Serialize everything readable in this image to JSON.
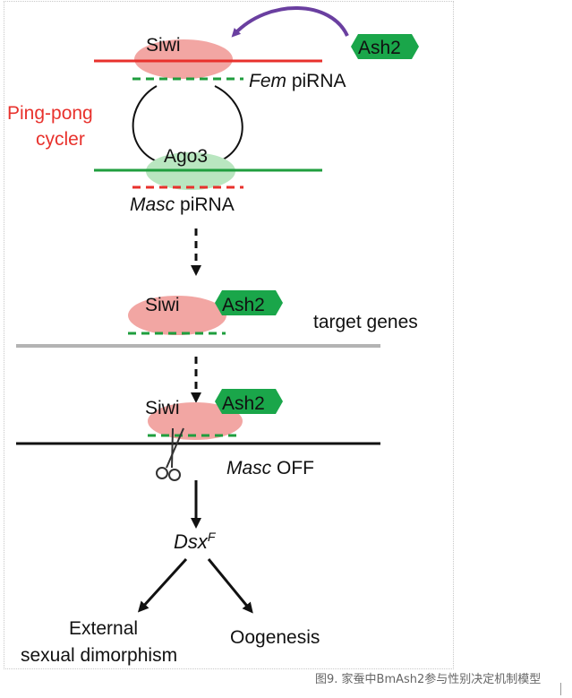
{
  "diagram": {
    "top_siwi": "Siwi",
    "top_ash2": "Ash2",
    "fem_italic": "Fem",
    "fem_rest": " piRNA",
    "pingpong_line1": "Ping-pong",
    "pingpong_line2": "cycler",
    "ago3": "Ago3",
    "masc_italic": "Masc",
    "masc_rest": " piRNA",
    "mid_siwi": "Siwi",
    "mid_ash2": "Ash2",
    "target_genes": "target genes",
    "low_siwi": "Siwi",
    "low_ash2": "Ash2",
    "masc_off_italic": "Masc",
    "masc_off_rest": " OFF",
    "dsx_base": "Dsx",
    "dsx_sup": "F",
    "external_line1": "External",
    "external_line2": "sexual dimorphism",
    "oogenesis": "Oogenesis"
  },
  "caption": "图9. 家蚕中BmAsh2参与性别决定机制模型",
  "colors": {
    "red_line": "#e8312c",
    "green_line": "#1f9e3e",
    "ash2_fill": "#1aa64a",
    "siwi_fill": "#f2a6a3",
    "ago3_fill": "#b9e6c0",
    "pingpong_text": "#e8312c",
    "arrow_purple": "#6a3fa0",
    "target_line": "#b3b3b3"
  }
}
